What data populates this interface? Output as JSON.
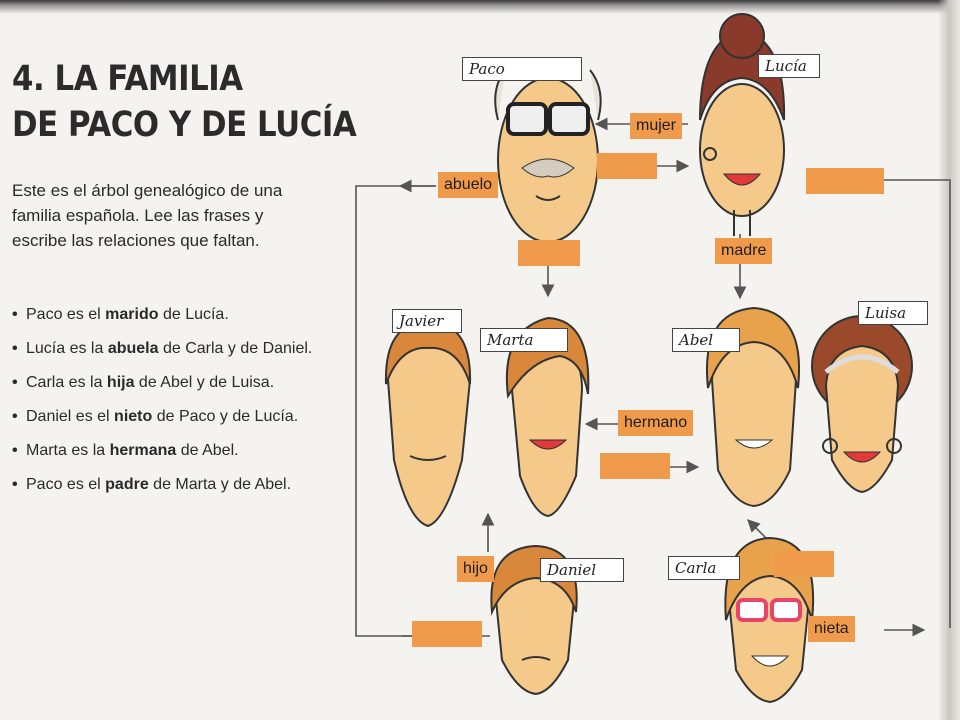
{
  "title": {
    "line1": "4. LA FAMILIA",
    "line2": "DE PACO Y DE LUCÍA"
  },
  "intro": "Este es el árbol genealógico de una familia española. Lee las frases y escribe las relaciones que faltan.",
  "sentences": [
    {
      "pre": "Paco es el ",
      "bold": "marido",
      "post": " de Lucía."
    },
    {
      "pre": "Lucía es la ",
      "bold": "abuela",
      "post": " de Carla y de Daniel."
    },
    {
      "pre": "Carla es la ",
      "bold": "hija",
      "post": " de Abel y de Luisa."
    },
    {
      "pre": "Daniel es el ",
      "bold": "nieto",
      "post": " de Paco y de Lucía."
    },
    {
      "pre": "Marta es la ",
      "bold": "hermana",
      "post": " de Abel."
    },
    {
      "pre": "Paco es el ",
      "bold": "padre",
      "post": " de Marta y de Abel."
    }
  ],
  "people": {
    "paco": "Paco",
    "lucia": "Lucía",
    "javier": "Javier",
    "marta": "Marta",
    "abel": "Abel",
    "luisa": "Luisa",
    "daniel": "Daniel",
    "carla": "Carla"
  },
  "relations": {
    "mujer": "mujer",
    "abuelo": "abuelo",
    "madre": "madre",
    "hermano": "hermano",
    "hijo": "hijo",
    "nieta": "nieta"
  },
  "colors": {
    "label_orange": "#f09a4b",
    "skin": "#f5c98a",
    "hair_brown": "#d9873a",
    "hair_dark": "#8a3a2a",
    "line": "#555555"
  }
}
